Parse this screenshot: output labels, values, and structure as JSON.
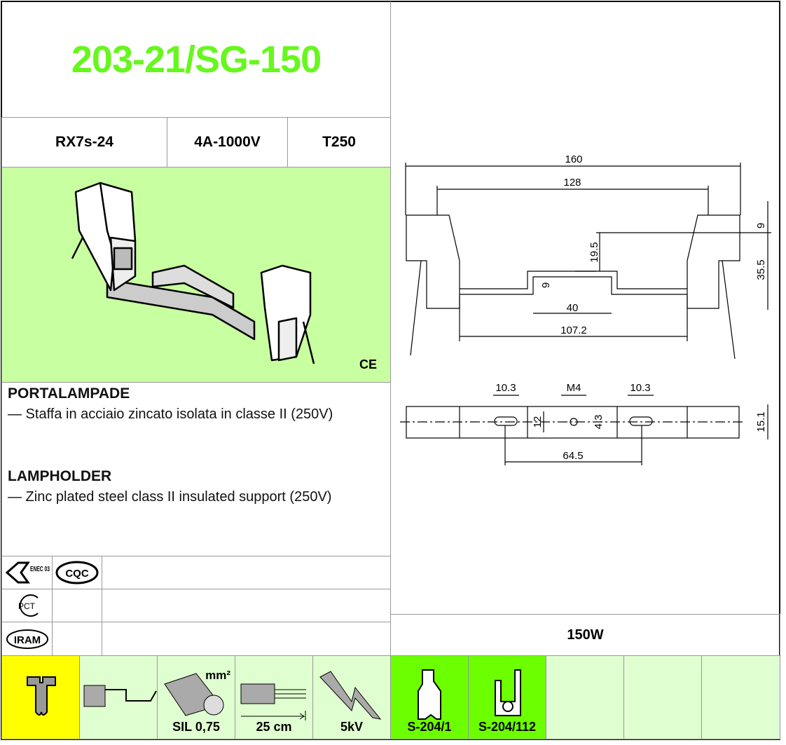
{
  "title": "203-21/SG-150",
  "specs": [
    "RX7s-24",
    "4A-1000V",
    "T250"
  ],
  "ce_mark": "CE",
  "it": {
    "heading": "PORTALAMPADE",
    "desc": "— Staffa in acciaio zincato isolata in classe II (250V)"
  },
  "en": {
    "heading": "LAMPHOLDER",
    "desc": "— Zinc plated steel class II insulated support (250V)"
  },
  "certifications": [
    "ENEC 03",
    "CQC",
    "PCT",
    "IRAM"
  ],
  "power": "150W",
  "dimensions": {
    "d160": "160",
    "d128": "128",
    "d9a": "9",
    "d19_5": "19.5",
    "d35_5": "35.5",
    "d9b": "9",
    "d40": "40",
    "d107_2": "107.2",
    "d10_3a": "10.3",
    "m4": "M4",
    "d10_3b": "10.3",
    "d12": "12",
    "d4_3": "4.3",
    "d15_1": "15.1",
    "d64_5": "64.5"
  },
  "bottom": [
    {
      "icon": "screw-icon",
      "label": ""
    },
    {
      "icon": "wire-terminal-icon",
      "label": ""
    },
    {
      "icon": "cable-section-icon",
      "label": "SIL 0,75",
      "unit": "mm²"
    },
    {
      "icon": "cable-length-icon",
      "label": "25 cm"
    },
    {
      "icon": "voltage-icon",
      "label": "5kV"
    },
    {
      "icon": "clip-s204-1-icon",
      "label": "S-204/1"
    },
    {
      "icon": "clip-s204-112-icon",
      "label": "S-204/112"
    }
  ],
  "colors": {
    "title": "#66f71c",
    "image_bg": "#c8ffa0",
    "cell_bg": "#e0ffd0",
    "accessory": "#6cff00",
    "screw": "#ffff00"
  }
}
